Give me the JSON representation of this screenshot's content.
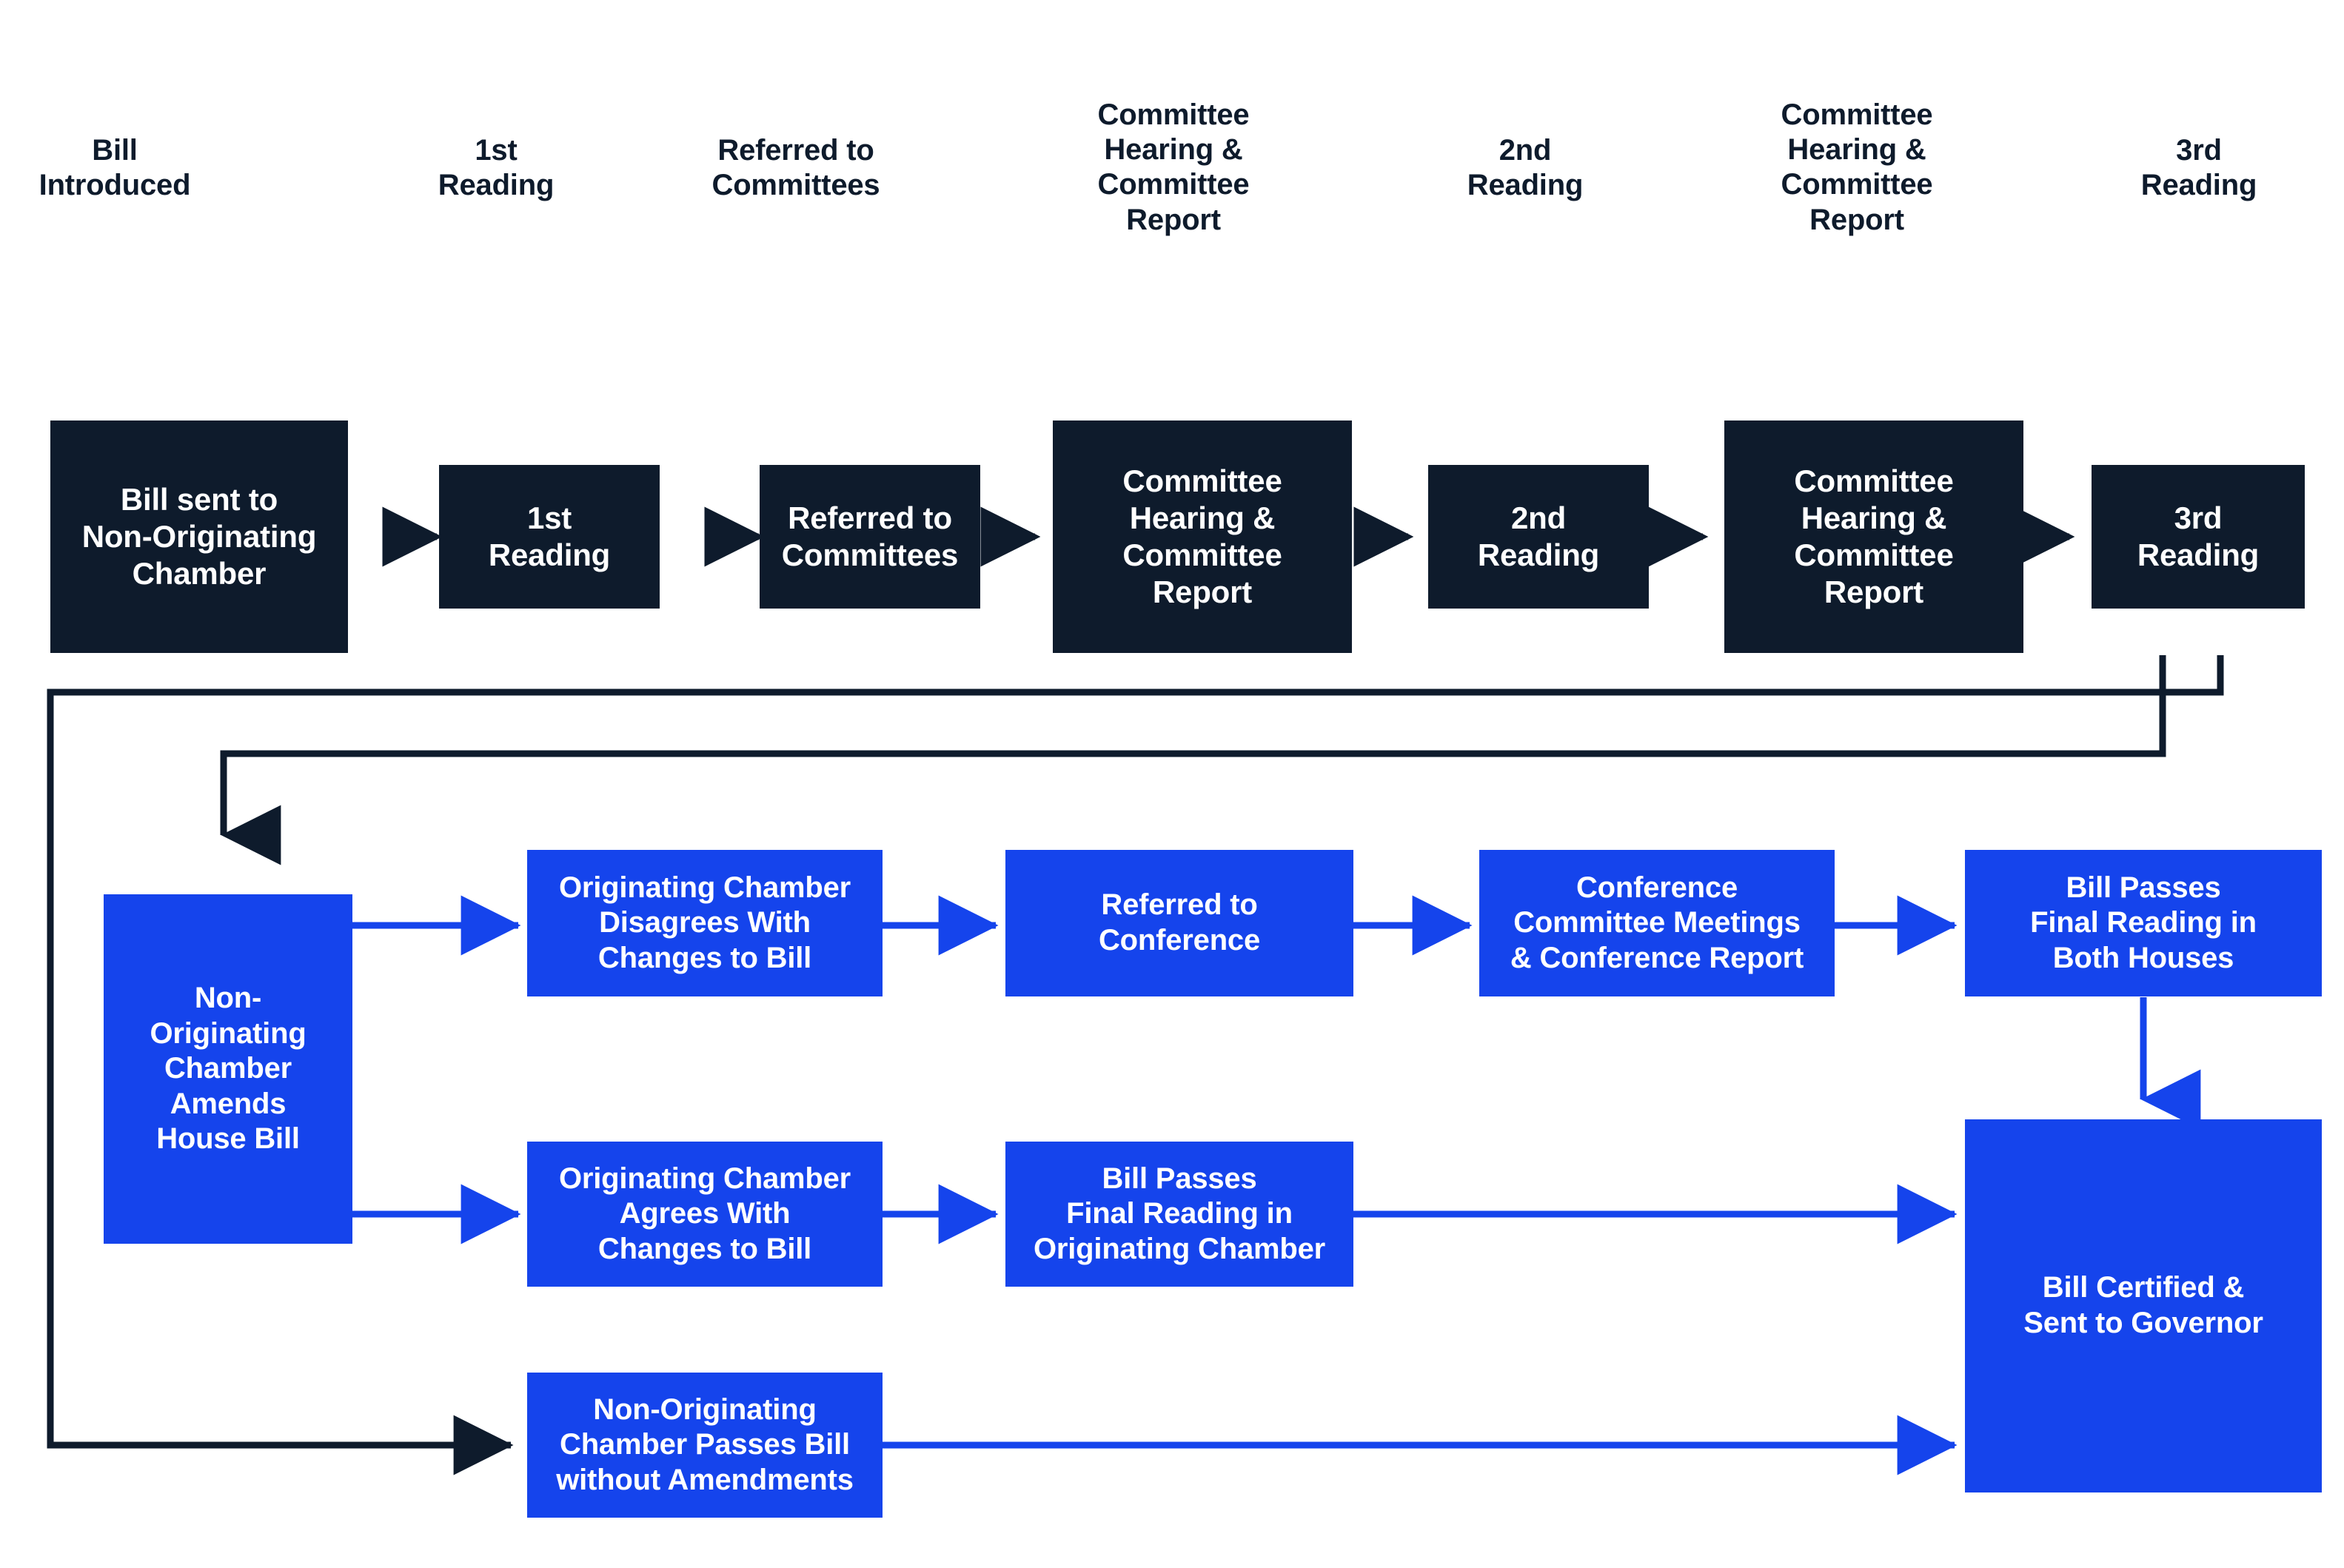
{
  "colors": {
    "dark": "#0E1B2C",
    "blue": "#1544EC",
    "background": "#FFFFFF",
    "text_on_fill": "#FFFFFF",
    "header_text": "#0E1B2C"
  },
  "header_labels": [
    {
      "id": "bill-introduced",
      "text": "Bill\nIntroduced"
    },
    {
      "id": "first-reading",
      "text": "1st\nReading"
    },
    {
      "id": "referred-to-committees",
      "text": "Referred to\nCommittees"
    },
    {
      "id": "committee-hearing-report-1",
      "text": "Committee\nHearing &\nCommittee\nReport"
    },
    {
      "id": "second-reading",
      "text": "2nd\nReading"
    },
    {
      "id": "committee-hearing-report-2",
      "text": "Committee\nHearing &\nCommittee\nReport"
    },
    {
      "id": "third-reading",
      "text": "3rd\nReading"
    }
  ],
  "originating_chamber_row": [
    {
      "id": "bill-sent-to-non-originating-chamber",
      "text": "Bill sent to\nNon-Originating\nChamber"
    },
    {
      "id": "first-reading-box",
      "text": "1st\nReading"
    },
    {
      "id": "referred-to-committees-box",
      "text": "Referred to\nCommittees"
    },
    {
      "id": "committee-hearing-report-box-1",
      "text": "Committee\nHearing &\nCommittee\nReport"
    },
    {
      "id": "second-reading-box",
      "text": "2nd\nReading"
    },
    {
      "id": "committee-hearing-report-box-2",
      "text": "Committee\nHearing &\nCommittee\nReport"
    },
    {
      "id": "third-reading-box",
      "text": "3rd\nReading"
    }
  ],
  "amendment_row": [
    {
      "id": "non-originating-chamber-amends-house-bill",
      "text": "Non-\nOriginating\nChamber\nAmends\nHouse Bill"
    },
    {
      "id": "originating-chamber-disagrees",
      "text": "Originating Chamber\nDisagrees With\nChanges to Bill"
    },
    {
      "id": "referred-to-conference",
      "text": "Referred to\nConference"
    },
    {
      "id": "conference-committee-meetings",
      "text": "Conference\nCommittee Meetings\n& Conference Report"
    },
    {
      "id": "bill-passes-final-reading-both-houses",
      "text": "Bill Passes\nFinal Reading in\nBoth Houses"
    }
  ],
  "agreement_row": [
    {
      "id": "originating-chamber-agrees",
      "text": "Originating Chamber\nAgrees With\nChanges to Bill"
    },
    {
      "id": "bill-passes-final-reading-originating-chamber",
      "text": "Bill Passes\nFinal Reading in\nOriginating Chamber"
    }
  ],
  "no_amendment_row": [
    {
      "id": "non-originating-chamber-passes-without-amendments",
      "text": "Non-Originating\nChamber Passes Bill\nwithout Amendments"
    }
  ],
  "final_node": {
    "id": "bill-certified-sent-to-governor",
    "text": "Bill Certified &\nSent to Governor"
  },
  "flow_direction": {
    "top_row": "right-to-left",
    "lower_rows": "left-to-right"
  }
}
